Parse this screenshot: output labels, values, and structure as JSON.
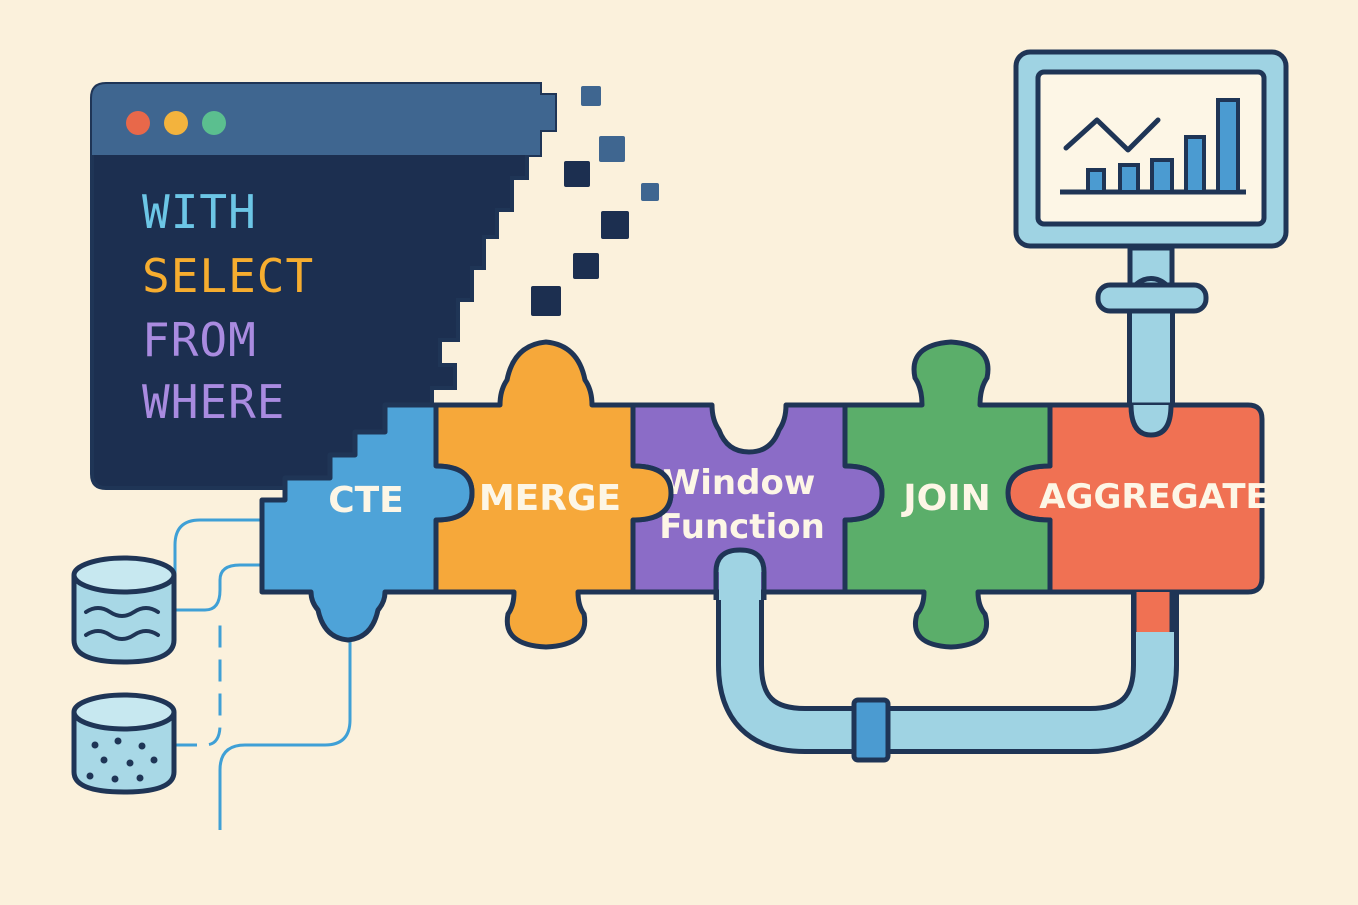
{
  "editor": {
    "window_dots": [
      "#e8684a",
      "#f3b33d",
      "#5bbf8f"
    ],
    "keywords": [
      {
        "text": "WITH",
        "color": "#6cc6e6"
      },
      {
        "text": "SELECT",
        "color": "#f6ad2f"
      },
      {
        "text": "FROM",
        "color": "#a98be0"
      },
      {
        "text": "WHERE",
        "color": "#a98be0"
      }
    ]
  },
  "pieces": [
    {
      "label": "CTE",
      "color": "#4ea3d8"
    },
    {
      "label": "MERGE",
      "color": "#f6a83a"
    },
    {
      "label_line1": "Window",
      "label_line2": "Function",
      "color": "#8b6cc7"
    },
    {
      "label": "JOIN",
      "color": "#5bae6a"
    },
    {
      "label": "AGGREGATE",
      "color": "#f07153"
    }
  ],
  "icons": {
    "databases": [
      "database-wavy-icon",
      "database-dotted-icon"
    ],
    "monitor": "monitor-chart-icon",
    "pipe": "pipe-icon"
  },
  "colors": {
    "background": "#fbf1dc",
    "outline": "#1f3556",
    "editor_body": "#1c2f50",
    "editor_titlebar": "#3f6690",
    "pipe": "#9fd3e3",
    "pipe_accent": "#4b9bd1"
  }
}
